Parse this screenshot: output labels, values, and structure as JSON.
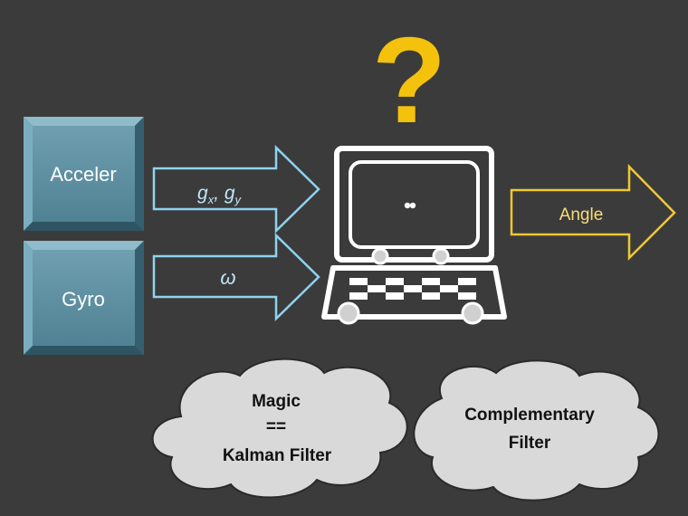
{
  "colors": {
    "background": "#3b3b3b",
    "sensor_box": "#5d8fa0",
    "sensor_box_border": "#3f6f80",
    "input_arrow": "#8fd3f0",
    "output_arrow": "#f2c832",
    "question_mark": "#f4c20d",
    "cloud_fill": "#d9d9d9",
    "computer": "#ffffff"
  },
  "sensors": {
    "accel_label": "Acceler",
    "gyro_label": "Gyro"
  },
  "arrows": {
    "accel_signal": {
      "g": "g",
      "sub_x": "x",
      "sep": ", ",
      "sub_y": "y"
    },
    "gyro_signal": "ω",
    "output_label": "Angle"
  },
  "question": "?",
  "clouds": {
    "magic": {
      "line1": "Magic",
      "line2": "==",
      "line3": "Kalman Filter"
    },
    "complementary": {
      "line1": "Complementary",
      "line2": "Filter"
    }
  },
  "icons": {
    "computer": "computer-icon",
    "question": "question-mark-icon"
  }
}
